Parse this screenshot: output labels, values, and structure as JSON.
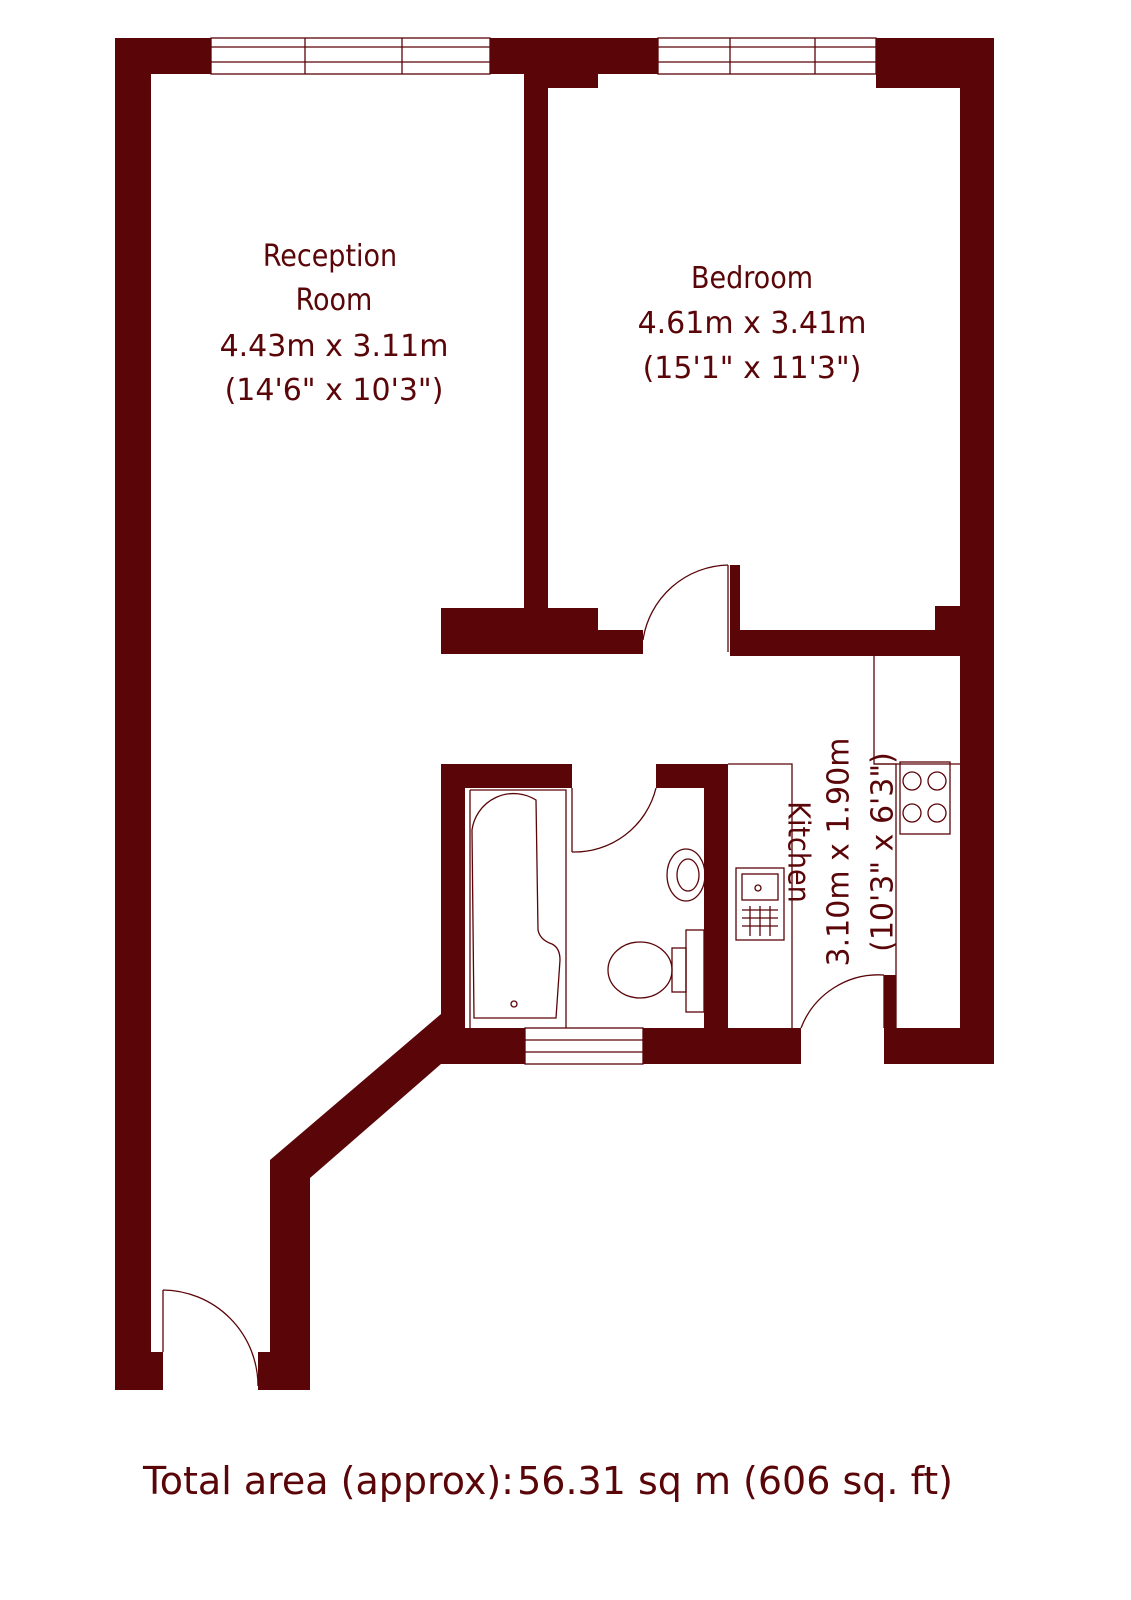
{
  "rooms": {
    "reception": {
      "name_line1": "Reception",
      "name_line2": "Room",
      "metric": "4.43m x 3.11m",
      "imperial": "(14'6\" x 10'3\")"
    },
    "bedroom": {
      "name": "Bedroom",
      "metric": "4.61m x 3.41m",
      "imperial": "(15'1\" x 11'3\")"
    },
    "kitchen": {
      "name": "Kitchen",
      "metric": "3.10m x 1.90m",
      "imperial": "(10'3\" x 6'3\")"
    }
  },
  "footer": {
    "label": "Total area (approx):",
    "value": "56.31 sq m (606 sq. ft)"
  },
  "colors": {
    "wall": "#5a0508",
    "background": "#ffffff"
  }
}
